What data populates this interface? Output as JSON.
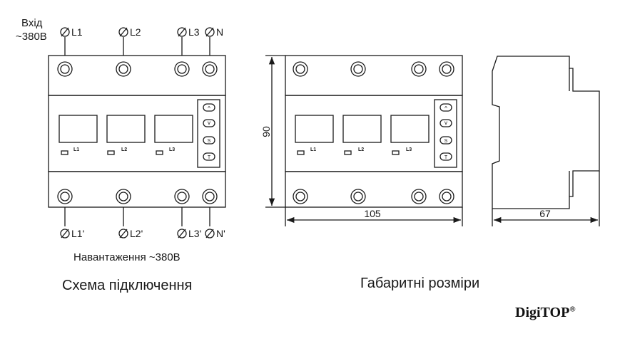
{
  "connection_diagram": {
    "input_label_line1": "Вхід",
    "input_label_line2": "~380В",
    "top_terminals": [
      "L1",
      "L2",
      "L3",
      "N"
    ],
    "bottom_terminals": [
      "L1'",
      "L2'",
      "L3'",
      "N'"
    ],
    "display_labels": [
      "L1",
      "L2",
      "L3"
    ],
    "buttons": [
      "^",
      "v",
      "S",
      "T"
    ],
    "load_label": "Навантаження ~380В",
    "caption": "Схема підключення"
  },
  "dimensions_diagram": {
    "display_labels": [
      "L1",
      "L2",
      "L3"
    ],
    "buttons": [
      "^",
      "v",
      "S",
      "T"
    ],
    "height_dim": "90",
    "width_dim": "105",
    "depth_dim": "67",
    "caption": "Габаритні розміри"
  },
  "brand": {
    "name": "DigiTOP",
    "mark": "®"
  },
  "colors": {
    "line": "#1a1a1a",
    "background": "#ffffff"
  }
}
